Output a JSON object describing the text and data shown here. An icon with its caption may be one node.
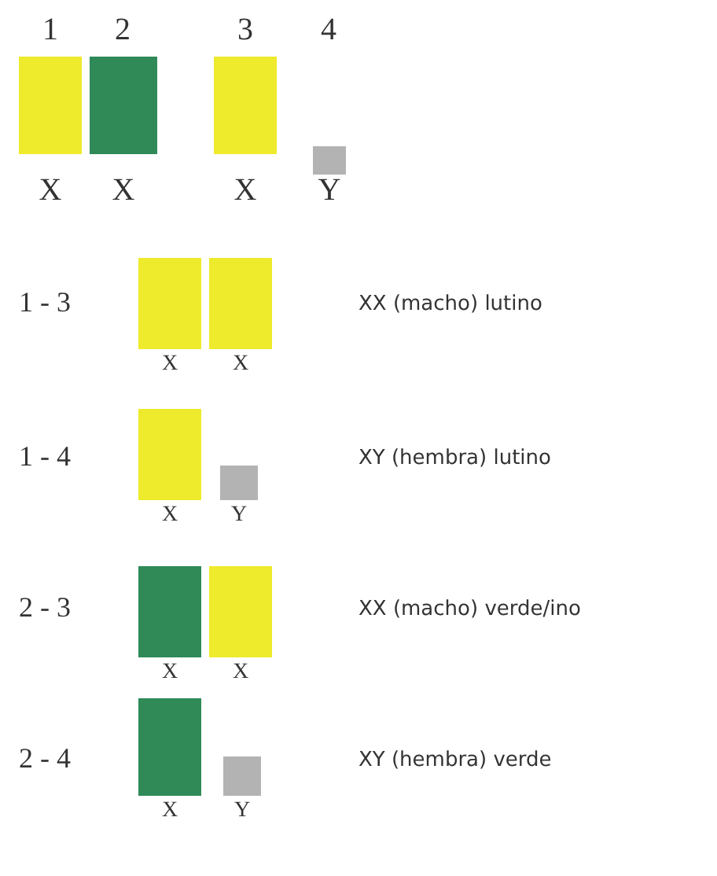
{
  "diagram": {
    "nodes": [
      {
        "text": [],
        "shape": "box",
        "beside": [
          "X"
        ]
      },
      {
        "text": [],
        "shape": "box",
        "beside": [
          "X"
        ]
      },
      {
        "text": [],
        "shape": "box",
        "beside": [
          "X"
        ]
      },
      {
        "text": [],
        "shape": "box",
        "beside": [
          "Y"
        ]
      },
      {
        "text": [],
        "shape": "box",
        "beside": [
          "X"
        ]
      },
      {
        "text": [],
        "shape": "box",
        "beside": [
          "X"
        ]
      },
      {
        "text": [],
        "shape": "box",
        "beside": [
          "X"
        ]
      },
      {
        "text": [],
        "shape": "box",
        "beside": [
          "Y"
        ]
      },
      {
        "text": [],
        "shape": "box",
        "beside": [
          "X"
        ]
      },
      {
        "text": [],
        "shape": "box",
        "beside": [
          "X"
        ]
      },
      {
        "text": [],
        "shape": "box",
        "beside": [
          "X"
        ]
      },
      {
        "text": [],
        "shape": "box",
        "beside": [
          "Y"
        ]
      }
    ],
    "edges": [],
    "labels": [
      "1",
      "2",
      "3",
      "4",
      "1 - 3",
      "XX (macho) lutino",
      "1 - 4",
      "XY (hembra) lutino",
      "2 - 3",
      "XX (macho) verde/ino",
      "2 - 4",
      "XY (hembra) verde"
    ]
  }
}
